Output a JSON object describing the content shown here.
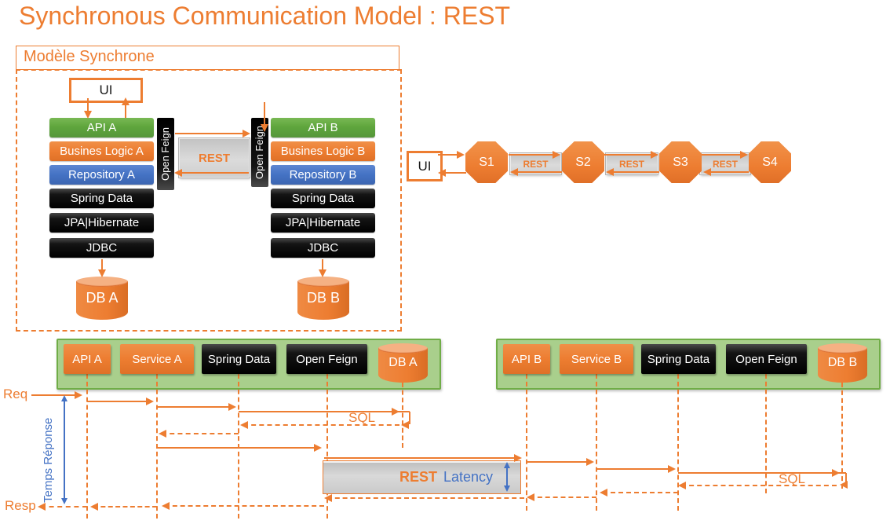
{
  "title": "Synchronous Communication Model : REST",
  "colors": {
    "accent_orange": "#ED7D31",
    "green": "#5FA63D",
    "blue": "#4472C4",
    "black": "#111111",
    "panel_fill": "#A9CF8C",
    "panel_border": "#70AD47",
    "gray_fill": "#D6D6D6"
  },
  "model_box": {
    "label": "Modèle Synchrone",
    "ui_label": "UI",
    "open_feign_label": "Open Feign",
    "rest_label": "REST",
    "stack_a": {
      "layers": [
        {
          "label": "API A"
        },
        {
          "label": "Busines Logic A"
        },
        {
          "label": "Repository A"
        },
        {
          "label": "Spring Data"
        },
        {
          "label": "JPA|Hibernate"
        },
        {
          "label": "JDBC"
        }
      ],
      "db_label": "DB A"
    },
    "stack_b": {
      "layers": [
        {
          "label": "API B"
        },
        {
          "label": "Busines Logic B"
        },
        {
          "label": "Repository B"
        },
        {
          "label": "Spring Data"
        },
        {
          "label": "JPA|Hibernate"
        },
        {
          "label": "JDBC"
        }
      ],
      "db_label": "DB B"
    }
  },
  "chain": {
    "ui_label": "UI",
    "services": [
      {
        "label": "S1"
      },
      {
        "label": "S2"
      },
      {
        "label": "S3"
      },
      {
        "label": "S4"
      }
    ],
    "rest_boxes": [
      {
        "label": "REST"
      },
      {
        "label": "REST"
      },
      {
        "label": "REST"
      }
    ]
  },
  "sequence": {
    "req_label": "Req",
    "resp_label": "Resp",
    "response_time_label": "Temps Réponse",
    "sql_a_label": "SQL",
    "sql_b_label": "SQL",
    "rest_label": "REST",
    "latency_label": "Latency",
    "panel_a": {
      "nodes": [
        {
          "label": "API A"
        },
        {
          "label": "Service A"
        },
        {
          "label": "Spring Data"
        },
        {
          "label": "Open Feign"
        },
        {
          "label": "DB A"
        }
      ]
    },
    "panel_b": {
      "nodes": [
        {
          "label": "API B"
        },
        {
          "label": "Service B"
        },
        {
          "label": "Spring Data"
        },
        {
          "label": "Open Feign"
        },
        {
          "label": "DB B"
        }
      ]
    }
  }
}
